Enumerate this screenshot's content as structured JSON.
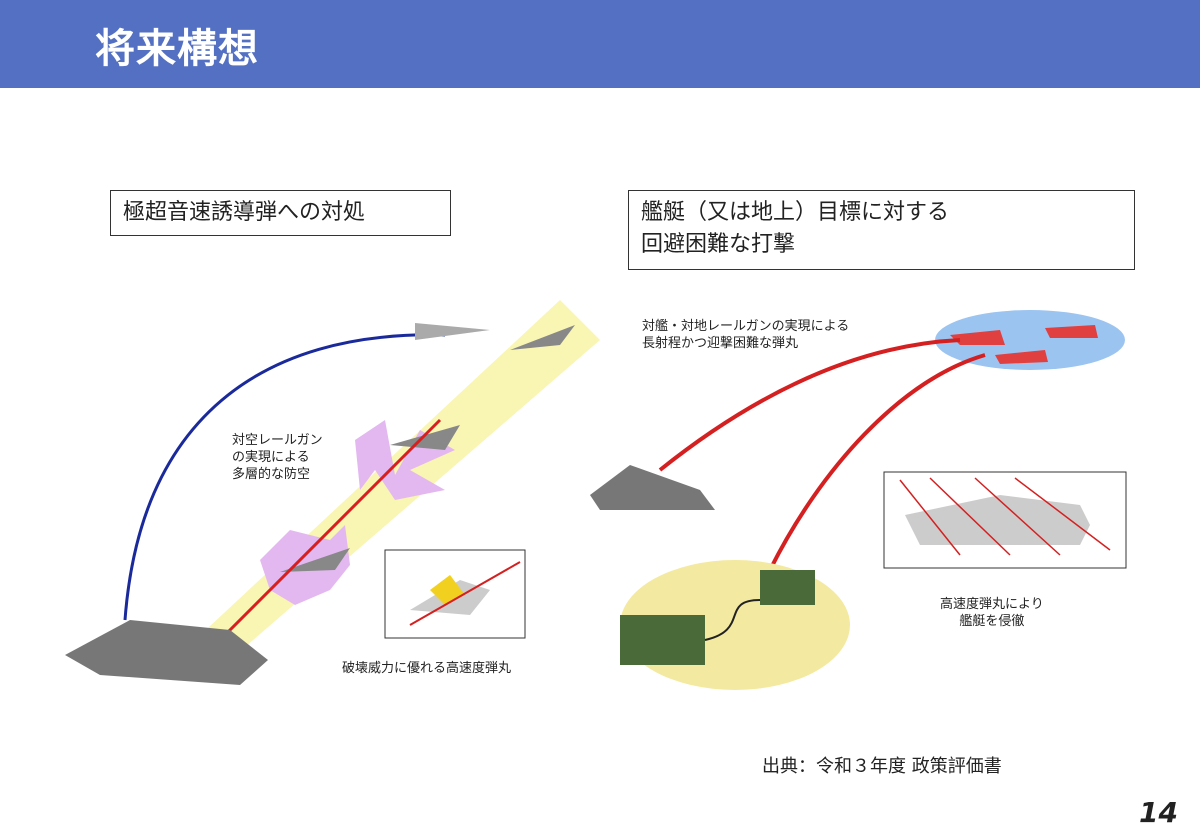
{
  "header": {
    "title": "将来構想"
  },
  "left": {
    "heading": "極超音速誘導弾への対処",
    "label_railgun": [
      "対空レールガン",
      "の実現による",
      "多層的な防空"
    ],
    "label_projectile": "破壊威力に優れる高速度弾丸"
  },
  "right": {
    "heading": [
      "艦艇（又は地上）目標に対する",
      "回避困難な打撃"
    ],
    "label_railgun": [
      "対艦・対地レールガンの実現による",
      "長射程かつ迎撃困難な弾丸"
    ],
    "label_penetrate": [
      "高速度弾丸により",
      "艦艇を侵徹"
    ]
  },
  "source": "出典：令和３年度 政策評価書",
  "page_number": "14",
  "colors": {
    "header": "#5470c2",
    "trajectory_red": "#d42020",
    "trajectory_blue": "#1a2a9a",
    "beam": "#f7f3a0",
    "target": "#9cc4f0"
  }
}
